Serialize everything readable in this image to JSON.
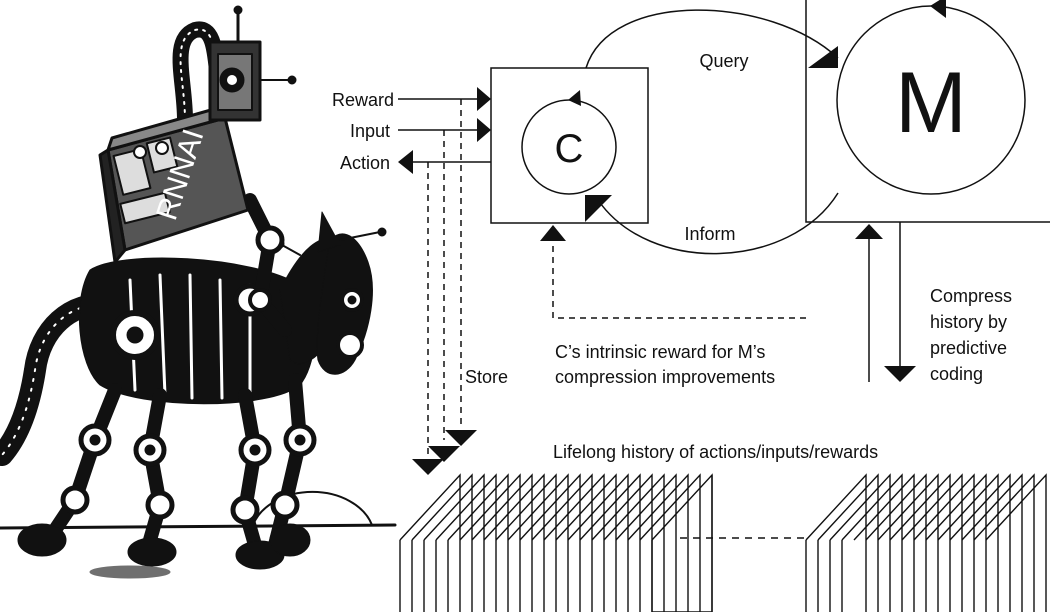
{
  "diagram": {
    "labels": {
      "reward": "Reward",
      "input": "Input",
      "action": "Action",
      "query": "Query",
      "inform": "Inform",
      "controller": "C",
      "model": "M",
      "store": "Store",
      "intrinsic_line1": "C’s intrinsic reward for M’s",
      "intrinsic_line2": "compression improvements",
      "compress_line1": "Compress",
      "compress_line2": "history by",
      "compress_line3": "predictive",
      "compress_line4": "coding",
      "history": "Lifelong history of actions/inputs/rewards"
    },
    "illustration": {
      "robot_head_text": "RNNAI"
    }
  }
}
